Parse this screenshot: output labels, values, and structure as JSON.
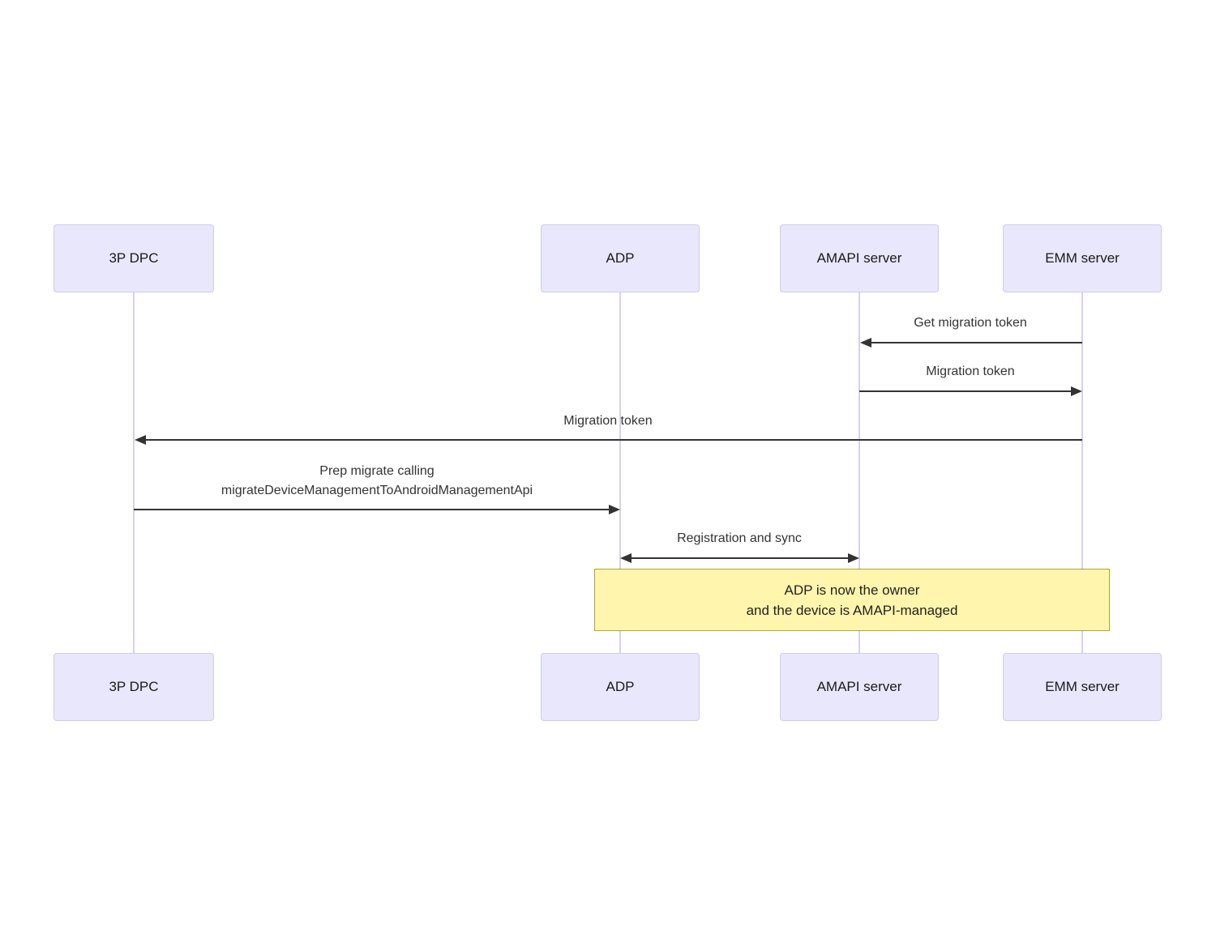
{
  "colors": {
    "background": "#ffffff",
    "actor_fill": "#e9e7fb",
    "actor_border": "#cdcde8",
    "lifeline": "#d8d0ee",
    "arrow": "#333333",
    "text": "#333333",
    "note_fill": "#fff5ad",
    "note_border": "#aaaa33"
  },
  "diagram_type": "sequence",
  "actors": [
    {
      "id": "3p-dpc",
      "label": "3P DPC"
    },
    {
      "id": "adp",
      "label": "ADP"
    },
    {
      "id": "amapi-server",
      "label": "AMAPI server"
    },
    {
      "id": "emm-server",
      "label": "EMM server"
    }
  ],
  "messages": [
    {
      "label": "Get migration token",
      "from": "EMM server",
      "to": "AMAPI server",
      "direction": "left"
    },
    {
      "label": "Migration token",
      "from": "AMAPI server",
      "to": "EMM server",
      "direction": "right"
    },
    {
      "label": "Migration token",
      "from": "EMM server",
      "to": "3P DPC",
      "direction": "left"
    },
    {
      "label": "Prep migrate calling migrateDeviceManagementToAndroidManagementApi",
      "lines": [
        "Prep migrate calling",
        "migrateDeviceManagementToAndroidManagementApi"
      ],
      "from": "3P DPC",
      "to": "ADP",
      "direction": "right"
    },
    {
      "label": "Registration and sync",
      "from": "ADP",
      "to": "AMAPI server",
      "direction": "both"
    }
  ],
  "note": {
    "over": [
      "ADP",
      "EMM server"
    ],
    "lines": [
      "ADP is now the owner",
      "and the device is AMAPI-managed"
    ]
  }
}
